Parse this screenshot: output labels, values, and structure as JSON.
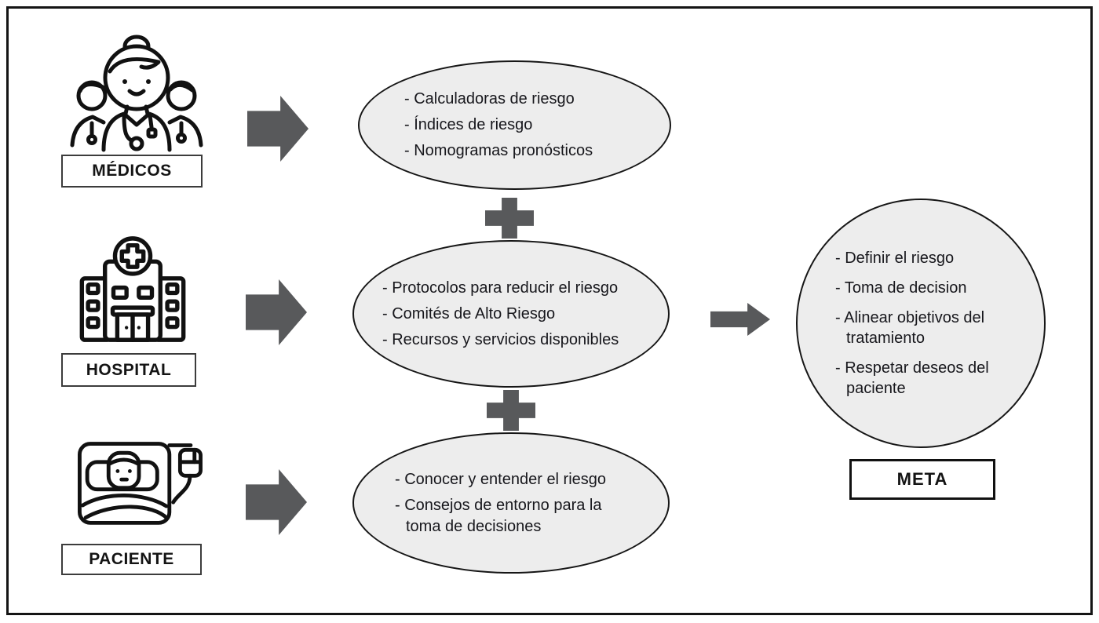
{
  "colors": {
    "background": "#ffffff",
    "bubble_fill": "#ededed",
    "shape_gray": "#58595b",
    "outline": "#161616"
  },
  "diagram": {
    "rows": [
      {
        "icon": "medical-team-icon",
        "actor_label": "MÉDICOS",
        "items": [
          "- Calculadoras de riesgo",
          "- Índices de riesgo",
          "- Nomogramas pronósticos"
        ]
      },
      {
        "icon": "hospital-icon",
        "actor_label": "HOSPITAL",
        "items": [
          "- Protocolos para reducir el riesgo",
          "- Comités de Alto Riesgo",
          "- Recursos y servicios disponibles"
        ]
      },
      {
        "icon": "patient-in-bed-icon",
        "actor_label": "PACIENTE",
        "items": [
          "- Conocer y entender el riesgo",
          "- Consejos de entorno para la toma de decisiones"
        ]
      }
    ],
    "operators": [
      "+",
      "+"
    ],
    "goal": {
      "items": [
        "- Definir el riesgo",
        "- Toma de decision",
        "- Alinear objetivos del tratamiento",
        "- Respetar deseos del paciente"
      ],
      "label": "META"
    }
  }
}
